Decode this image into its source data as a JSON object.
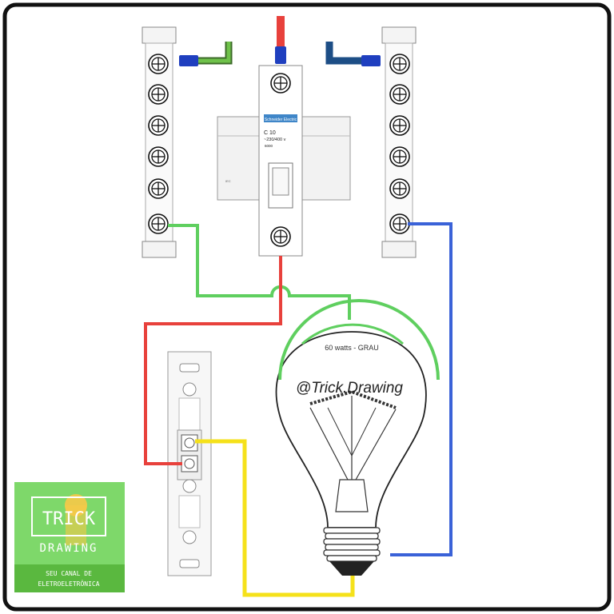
{
  "breaker": {
    "brand": "Schneider Electric",
    "rating": "C 10",
    "voltage": "~230/400 v",
    "code": "6000",
    "small_mark": "IEC"
  },
  "bulb": {
    "rim_text": "60 watts - GRAU",
    "watermark": "@Trick.Drawing"
  },
  "logo": {
    "line1": "TRICK",
    "line2": "DRAWING",
    "tagline1": "SEU CANAL DE",
    "tagline2": "ELETROELETRÔNICA"
  },
  "colors": {
    "phase": "#e8413c",
    "neutral": "#3a62d8",
    "ground": "#5fcf5f",
    "return": "#f5e11a",
    "terminal_blue": "#1f3fbf",
    "logo_bg": "#7ed86a",
    "logo_bulb": "#f7c948"
  },
  "icons": [
    "screw-terminal-icon",
    "lightbulb-icon",
    "switch-icon"
  ]
}
